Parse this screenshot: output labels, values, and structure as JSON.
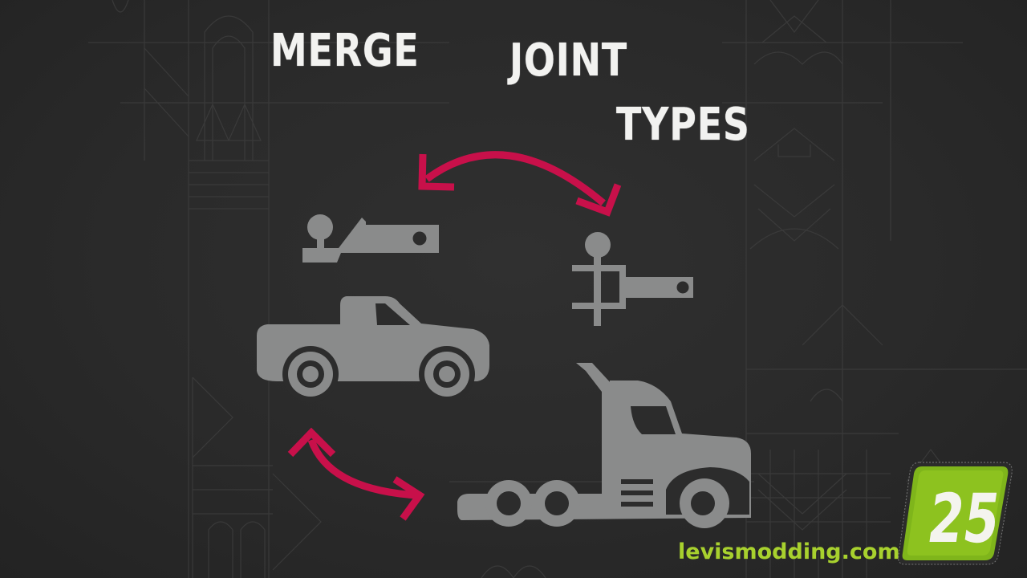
{
  "title": {
    "word1": "MERGE",
    "word2": "JOINT",
    "word3": "TYPES"
  },
  "icons": {
    "ball_hitch": "ball-hitch-icon",
    "pin_hitch": "pin-hitch-icon",
    "pickup_truck": "pickup-truck-icon",
    "semi_truck": "semi-truck-icon",
    "arrow_top": "double-arrow-icon",
    "arrow_bottom": "double-arrow-icon"
  },
  "footer": {
    "website": "levismodding.com",
    "logo_number": "25"
  },
  "colors": {
    "background": "#2a2a2a",
    "title": "#f2f2f0",
    "icon_gray": "#8a8b8b",
    "arrow_crimson": "#c8104a",
    "brand_green": "#8dc21f",
    "url_green": "#a8d12e"
  }
}
